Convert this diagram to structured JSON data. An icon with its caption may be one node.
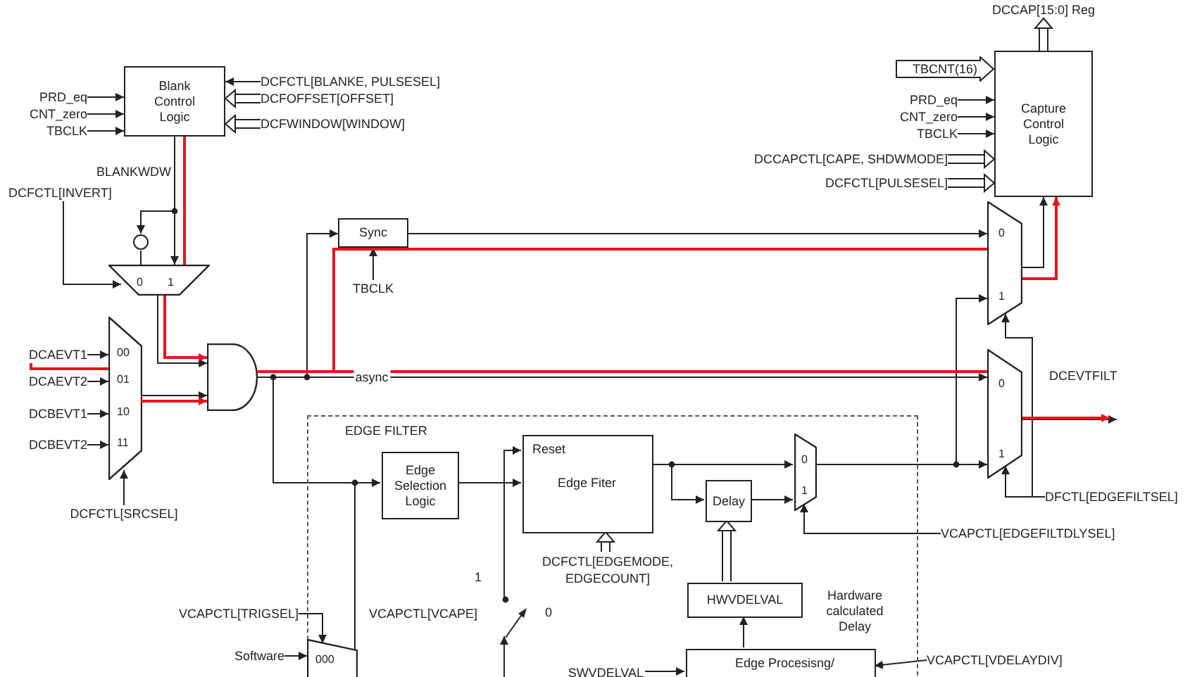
{
  "diagram": {
    "nodes": [
      {
        "text": [
          "Blank Control Logic"
        ]
      },
      {
        "text": [
          "PRD_eq"
        ]
      },
      {
        "text": [
          "CNT_zero"
        ]
      },
      {
        "text": [
          "TBCLK"
        ]
      },
      {
        "text": [
          "DCFCTL[BLANKE, PULSESEL]"
        ]
      },
      {
        "text": [
          "DCFOFFSET[OFFSET]"
        ]
      },
      {
        "text": [
          "DCFWINDOW[WINDOW]"
        ]
      },
      {
        "text": [
          "DCFCTL[INVERT]"
        ]
      },
      {
        "text": [
          "0",
          "1"
        ]
      },
      {
        "text": [],
        "shape": "circle"
      },
      {
        "text": [
          "00",
          "01",
          "10",
          "11"
        ]
      },
      {
        "text": [
          "DCAEVT1"
        ]
      },
      {
        "text": [
          "DCAEVT2"
        ]
      },
      {
        "text": [
          "DCBEVT1"
        ]
      },
      {
        "text": [
          "DCBEVT2"
        ]
      },
      {
        "text": [
          "DCFCTL[SRCSEL]"
        ]
      },
      {
        "text": [],
        "shape": "gate"
      },
      {
        "text": [
          "Sync"
        ]
      },
      {
        "text": [
          "TBCLK"
        ]
      },
      {
        "text": [
          "Capture Control Logic"
        ]
      },
      {
        "text": [
          "DCCAP[15:0] Reg"
        ]
      },
      {
        "text": [
          "TBCNT(16)"
        ]
      },
      {
        "text": [
          "PRD_eq"
        ]
      },
      {
        "text": [
          "CNT_zero"
        ]
      },
      {
        "text": [
          "TBCLK"
        ]
      },
      {
        "text": [
          "DCCAPCTL[CAPE, SHDWMODE]"
        ]
      },
      {
        "text": [
          "DCFCTL[PULSESEL]"
        ]
      },
      {
        "text": [
          "0",
          "1"
        ]
      },
      {
        "text": [
          "0",
          "1"
        ]
      },
      {
        "text": [
          "DFCTL[EDGEFILTSEL]"
        ]
      },
      {
        "text": [
          "EDGE FILTER"
        ]
      },
      {
        "text": [
          "Edge Selection Logic"
        ],
        "in": 30
      },
      {
        "text": [
          "Reset",
          "Edge Fiter"
        ],
        "in": 30
      },
      {
        "text": [
          "Delay"
        ],
        "in": 30
      },
      {
        "text": [
          "0",
          "1"
        ],
        "in": 30
      },
      {
        "text": [
          "DCFCTL[EDGEMODE, EDGECOUNT]"
        ],
        "in": 30
      },
      {
        "text": [
          "VCAPCTL[EDGEFILTDLYSEL]"
        ]
      },
      {
        "text": [
          "HWVDELVAL"
        ],
        "in": 30
      },
      {
        "text": [
          "Edge Procesisng/"
        ],
        "in": 30
      },
      {
        "text": [
          "SWVDELVAL"
        ],
        "in": 30
      },
      {
        "text": [
          "VCAPCTL[VDELAYDIV]"
        ]
      },
      {
        "text": [],
        "shape": "switch",
        "beside": [
          "1",
          "0"
        ],
        "in": 30
      },
      {
        "text": [
          "VCAPCTL[TRIGSEL]"
        ]
      },
      {
        "text": [
          "000"
        ]
      },
      {
        "text": [
          "Software"
        ]
      }
    ],
    "edges": [
      {
        "from": 1,
        "to": 0,
        "arrow": "to"
      },
      {
        "from": 2,
        "to": 0,
        "arrow": "to"
      },
      {
        "from": 3,
        "to": 0,
        "arrow": "to"
      },
      {
        "from": 4,
        "to": 0,
        "arrow": "to"
      },
      {
        "from": 5,
        "to": 0,
        "arrow": "to",
        "style": "thick"
      },
      {
        "from": 6,
        "to": 0,
        "arrow": "to",
        "style": "thick"
      },
      {
        "from": 0,
        "to": 8,
        "arrow": "to",
        "label": "BLANKWDW"
      },
      {
        "from": 0,
        "to": 9,
        "arrow": "to"
      },
      {
        "from": 9,
        "to": 8,
        "arrow": "none"
      },
      {
        "from": 7,
        "to": 8,
        "arrow": "to"
      },
      {
        "from": 11,
        "to": 10,
        "arrow": "to"
      },
      {
        "from": 12,
        "to": 10,
        "arrow": "to"
      },
      {
        "from": 13,
        "to": 10,
        "arrow": "to"
      },
      {
        "from": 14,
        "to": 10,
        "arrow": "to"
      },
      {
        "from": 15,
        "to": 10,
        "arrow": "to"
      },
      {
        "from": 8,
        "to": 16,
        "arrow": "to"
      },
      {
        "from": 10,
        "to": 16,
        "arrow": "to"
      },
      {
        "from": 16,
        "to": 28,
        "arrow": "to",
        "label": "async"
      },
      {
        "from": 16,
        "to": 17,
        "arrow": "to"
      },
      {
        "from": 18,
        "to": 17,
        "arrow": "to"
      },
      {
        "from": 17,
        "to": 27,
        "arrow": "to"
      },
      {
        "from": 27,
        "to": 19,
        "arrow": "to"
      },
      {
        "from": 19,
        "to": 20,
        "arrow": "to",
        "style": "thick"
      },
      {
        "from": 22,
        "to": 19,
        "arrow": "to"
      },
      {
        "from": 23,
        "to": 19,
        "arrow": "to"
      },
      {
        "from": 24,
        "to": 19,
        "arrow": "to"
      },
      {
        "from": 25,
        "to": 19,
        "arrow": "to",
        "style": "thick"
      },
      {
        "from": 26,
        "to": 19,
        "arrow": "to",
        "style": "thick"
      },
      {
        "from": 34,
        "to": 27,
        "arrow": "to"
      },
      {
        "from": 34,
        "to": 28,
        "arrow": "to"
      },
      {
        "from": 29,
        "to": 28,
        "arrow": "to"
      },
      {
        "from": 29,
        "to": 27,
        "arrow": "to"
      },
      {
        "from": 28,
        "to": null,
        "arrow": "to"
      },
      {
        "from": 16,
        "to": 31,
        "arrow": "to"
      },
      {
        "from": 16,
        "to": 43,
        "arrow": "none"
      },
      {
        "from": 31,
        "to": 32,
        "arrow": "to"
      },
      {
        "from": 41,
        "to": 32,
        "arrow": "to"
      },
      {
        "from": null,
        "to": 41,
        "arrow": "to"
      },
      {
        "from": 32,
        "to": 34,
        "arrow": "to"
      },
      {
        "from": 32,
        "to": 33,
        "arrow": "to"
      },
      {
        "from": 33,
        "to": 34,
        "arrow": "to"
      },
      {
        "from": 36,
        "to": 34,
        "arrow": "to"
      },
      {
        "from": 35,
        "to": 32,
        "arrow": "to",
        "style": "thick"
      },
      {
        "from": 37,
        "to": 33,
        "arrow": "to",
        "style": "thick"
      },
      {
        "from": 38,
        "to": 37,
        "arrow": "to"
      },
      {
        "from": 39,
        "to": 38,
        "arrow": "to"
      },
      {
        "from": 40,
        "to": 38,
        "arrow": "to"
      },
      {
        "from": 42,
        "to": 43,
        "arrow": "to"
      },
      {
        "from": 44,
        "to": 43,
        "arrow": "to"
      },
      {
        "from": 0,
        "to": 8,
        "arrow": "none",
        "color": "#e3161e"
      },
      {
        "from": 8,
        "to": 16,
        "arrow": "to",
        "color": "#e3161e"
      },
      {
        "from": 11,
        "to": 10,
        "arrow": "none",
        "color": "#e3161e"
      },
      {
        "from": 10,
        "to": 16,
        "arrow": "to",
        "color": "#e3161e"
      },
      {
        "from": 16,
        "to": 27,
        "arrow": "none",
        "color": "#e3161e"
      },
      {
        "from": 27,
        "to": 19,
        "arrow": "to",
        "color": "#e3161e"
      },
      {
        "from": 16,
        "to": 28,
        "arrow": "none",
        "color": "#e3161e"
      },
      {
        "from": 28,
        "to": null,
        "arrow": "to",
        "color": "#e3161e"
      }
    ],
    "labels": [
      "DCEVTFILT",
      "VCAPCTL[VCAPE]",
      "Hardware calculated Delay"
    ]
  }
}
